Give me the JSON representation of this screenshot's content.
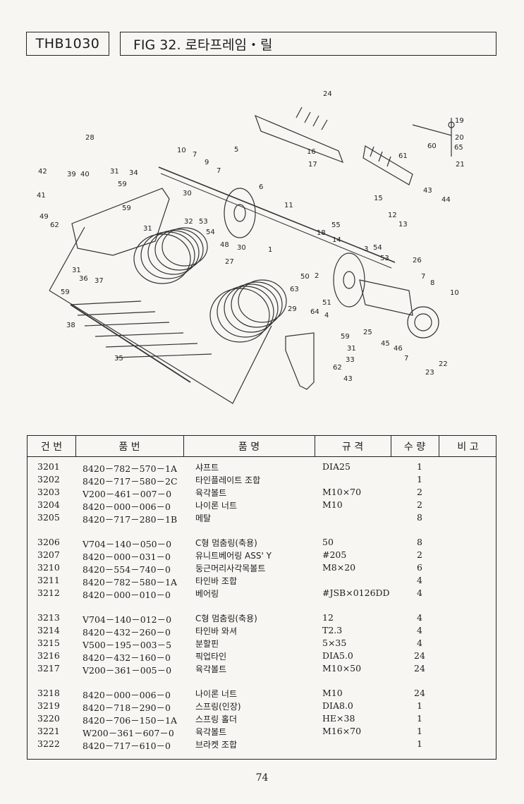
{
  "header": {
    "model": "THB1030",
    "figure_title": "FIG 32. 로타프레임・릴"
  },
  "diagram": {
    "callouts": [
      "24",
      "19",
      "20",
      "65",
      "21",
      "16",
      "17",
      "61",
      "60",
      "44",
      "43",
      "28",
      "10",
      "7",
      "9",
      "5",
      "42",
      "39",
      "40",
      "31",
      "34",
      "41",
      "59",
      "30",
      "6",
      "11",
      "15",
      "12",
      "13",
      "49",
      "62",
      "53",
      "54",
      "18",
      "55",
      "32",
      "48",
      "1",
      "14",
      "3",
      "50",
      "26",
      "63",
      "29",
      "38",
      "35",
      "64",
      "4",
      "51",
      "2",
      "25",
      "45",
      "46",
      "22",
      "23",
      "33",
      "36",
      "37",
      "8",
      "27"
    ]
  },
  "table": {
    "headers": [
      "건 번",
      "품 번",
      "품 명",
      "규 격",
      "수 량",
      "비 고"
    ],
    "groups": [
      [
        {
          "no": "3201",
          "part": "8420－782－570－1A",
          "name": "샤프트",
          "spec": "DIA25",
          "qty": "1"
        },
        {
          "no": "3202",
          "part": "8420－717－580－2C",
          "name": "타인플레이트 조합",
          "spec": "",
          "qty": "1"
        },
        {
          "no": "3203",
          "part": "V200－461－007－0",
          "name": "육각볼트",
          "spec": "M10×70",
          "qty": "2"
        },
        {
          "no": "3204",
          "part": "8420－000－006－0",
          "name": "나이론 너트",
          "spec": "M10",
          "qty": "2"
        },
        {
          "no": "3205",
          "part": "8420－717－280－1B",
          "name": "메탈",
          "spec": "",
          "qty": "8"
        }
      ],
      [
        {
          "no": "3206",
          "part": "V704－140－050－0",
          "name": "C형 멈춤링(축용)",
          "spec": "50",
          "qty": "8"
        },
        {
          "no": "3207",
          "part": "8420－000－031－0",
          "name": "유니트베어링 ASS' Y",
          "spec": "#205",
          "qty": "2"
        },
        {
          "no": "3210",
          "part": "8420－554－740－0",
          "name": "둥근머리사각목볼트",
          "spec": "M8×20",
          "qty": "6"
        },
        {
          "no": "3211",
          "part": "8420－782－580－1A",
          "name": "타인바 조합",
          "spec": "",
          "qty": "4"
        },
        {
          "no": "3212",
          "part": "8420－000－010－0",
          "name": "베어링",
          "spec": "#JSB×0126DD",
          "qty": "4"
        }
      ],
      [
        {
          "no": "3213",
          "part": "V704－140－012－0",
          "name": "C형 멈춤링(축용)",
          "spec": "12",
          "qty": "4"
        },
        {
          "no": "3214",
          "part": "8420－432－260－0",
          "name": "타인바 와셔",
          "spec": "T2.3",
          "qty": "4"
        },
        {
          "no": "3215",
          "part": "V500－195－003－5",
          "name": "분할핀",
          "spec": "5×35",
          "qty": "4"
        },
        {
          "no": "3216",
          "part": "8420－432－160－0",
          "name": "픽업타인",
          "spec": "DIA5.0",
          "qty": "24"
        },
        {
          "no": "3217",
          "part": "V200－361－005－0",
          "name": "육각볼트",
          "spec": "M10×50",
          "qty": "24"
        }
      ],
      [
        {
          "no": "3218",
          "part": "8420－000－006－0",
          "name": "나이론 너트",
          "spec": "M10",
          "qty": "24"
        },
        {
          "no": "3219",
          "part": "8420－718－290－0",
          "name": "스프링(인장)",
          "spec": "DIA8.0",
          "qty": "1"
        },
        {
          "no": "3220",
          "part": "8420－706－150－1A",
          "name": "스프링 홀더",
          "spec": "HE×38",
          "qty": "1"
        },
        {
          "no": "3221",
          "part": "W200－361－607－0",
          "name": "육각볼트",
          "spec": "M16×70",
          "qty": "1"
        },
        {
          "no": "3222",
          "part": "8420－717－610－0",
          "name": "브라켓 조합",
          "spec": "",
          "qty": "1"
        }
      ]
    ]
  },
  "page_number": "74"
}
